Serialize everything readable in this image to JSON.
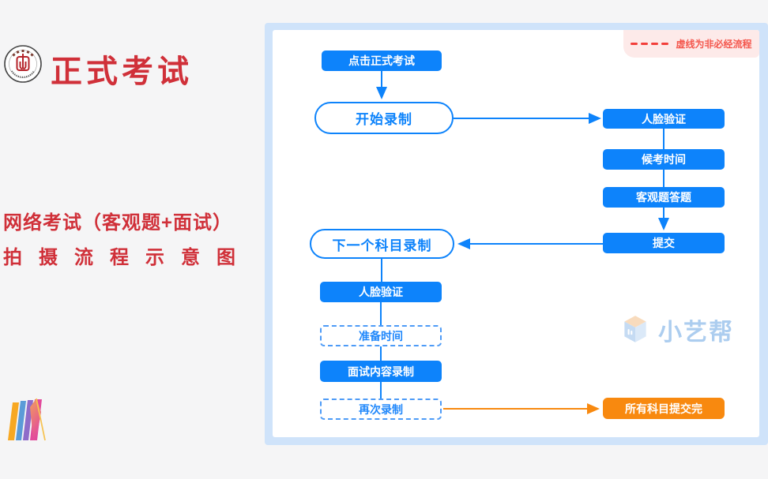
{
  "colors": {
    "page_bg": "#f5f5f6",
    "band_blue": "#cfe3fa",
    "panel_bg": "#ffffff",
    "accent_blue": "#0d83fb",
    "accent_orange": "#f8890f",
    "title_red": "#d03039",
    "legend_bg": "#fdeae9",
    "legend_red": "#f4574d",
    "watermark_blue": "#5b9ce0"
  },
  "left_panel": {
    "logo_icon": "university-seal",
    "title": "正式考试",
    "caption_line1": "网络考试（客观题+面试）",
    "caption_line2": "拍摄流程示意图"
  },
  "legend": {
    "label": "虚线为非必经流程"
  },
  "flow": {
    "click_exam": "点击正式考试",
    "start_record": "开始录制",
    "face_verify_right": "人脸验证",
    "waiting_time": "候考时间",
    "objective_answer": "客观题答题",
    "submit": "提交",
    "next_subject_record": "下一个科目录制",
    "face_verify_mid": "人脸验证",
    "prepare_time": "准备时间",
    "interview_record": "面试内容录制",
    "record_again": "再次录制",
    "all_subjects_submitted": "所有科目提交完"
  },
  "watermark": {
    "label": "小艺帮"
  }
}
